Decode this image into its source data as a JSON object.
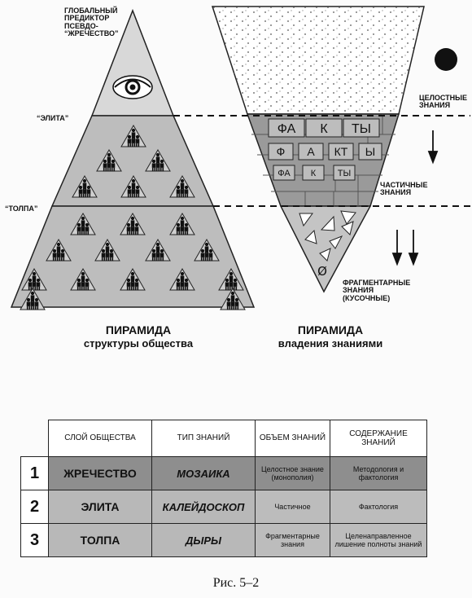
{
  "left_pyramid": {
    "apex_label": "ГЛОБАЛЬНЫЙ ПРЕДИКТОР ПСЕВДО- “ЖРЕЧЕСТВО”",
    "elite_label": "“ЭЛИТА”",
    "crowd_label": "“ТОЛПА”",
    "caption_line1": "ПИРАМИДА",
    "caption_line2": "структуры общества",
    "apex_icon": "eye-icon"
  },
  "right_pyramid": {
    "label_holistic": "ЦЕЛОСТНЫЕ ЗНАНИЯ",
    "label_partial": "ЧАСТИЧНЫЕ ЗНАНИЯ",
    "label_fragment": "ФРАГМЕНТАРНЫЕ ЗНАНИЯ (КУСОЧНЫЕ)",
    "facts_rows": [
      [
        "ФА",
        "К",
        "ТЫ"
      ],
      [
        "Ф",
        "А",
        "КТ",
        "Ы"
      ],
      [
        "ФА",
        "К",
        "ТЫ"
      ]
    ],
    "null_symbol": "Ø",
    "caption_line1": "ПИРАМИДА",
    "caption_line2": "владения знаниями"
  },
  "table": {
    "headers": [
      "СЛОЙ ОБЩЕСТВА",
      "ТИП ЗНАНИЙ",
      "ОБЪЕМ ЗНАНИЙ",
      "СОДЕРЖАНИЕ ЗНАНИЙ"
    ],
    "rows": [
      {
        "num": "1",
        "layer": "ЖРЕЧЕСТВО",
        "type": "МОЗАИКА",
        "volume": "Целостное знание (монополия)",
        "content": "Методология и фактология"
      },
      {
        "num": "2",
        "layer": "ЭЛИТА",
        "type": "КАЛЕЙДОСКОП",
        "volume": "Частичное",
        "content": "Фактология"
      },
      {
        "num": "3",
        "layer": "ТОЛПА",
        "type": "ДЫРЫ",
        "volume": "Фрагментарные знания",
        "content": "Целенаправленное лишение полноты знаний"
      }
    ]
  },
  "figure_caption": "Рис. 5–2"
}
